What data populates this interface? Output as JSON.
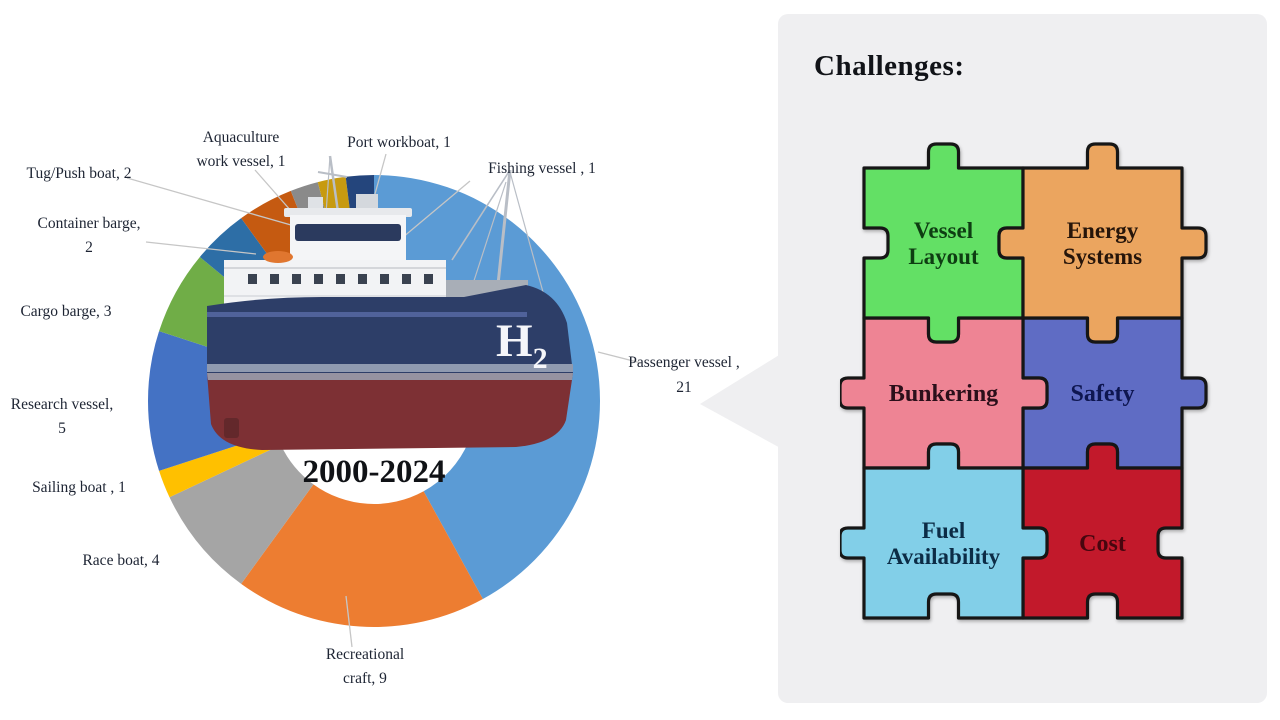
{
  "chart_data": {
    "type": "donut",
    "center_label": "2000-2024",
    "ship_mark": {
      "main": "H",
      "sub": "2"
    },
    "total": 50,
    "start_angle": 0,
    "direction": "clockwise",
    "legend": "none",
    "categories": [
      "Passenger vessel",
      "Recreational craft",
      "Race boat",
      "Sailing boat",
      "Research vessel",
      "Cargo barge",
      "Container barge",
      "Tug/Push boat",
      "Aquaculture work vessel",
      "Port workboat",
      "Fishing vessel"
    ],
    "values": [
      21,
      9,
      4,
      1,
      5,
      3,
      2,
      2,
      1,
      1,
      1
    ],
    "colors": [
      "#5B9BD5",
      "#ED7D31",
      "#A5A5A5",
      "#FFC000",
      "#4472C4",
      "#70AD47",
      "#2D6EA6",
      "#C55A11",
      "#8A8A8A",
      "#C79A10",
      "#24457C"
    ],
    "slice_labels": [
      [
        "Passenger vessel ,",
        "21"
      ],
      [
        "Recreational",
        "craft, 9"
      ],
      [
        "Race boat, 4"
      ],
      [
        "Sailing boat , 1"
      ],
      [
        "Research vessel,",
        "5"
      ],
      [
        "Cargo barge, 3"
      ],
      [
        "Container barge,",
        "2"
      ],
      [
        "Tug/Push boat, 2"
      ],
      [
        "Aquaculture",
        "work vessel, 1"
      ],
      [
        "Port workboat, 1"
      ],
      [
        "Fishing vessel , 1"
      ]
    ]
  },
  "panel": {
    "background": "#efeff1"
  },
  "challenges": {
    "title": "Challenges:",
    "pieces": [
      {
        "id": "vessel-layout",
        "label_lines": [
          "Vessel",
          "Layout"
        ],
        "color": "#63E065",
        "text_color": "#0E3D12"
      },
      {
        "id": "energy-systems",
        "label_lines": [
          "Energy",
          "Systems"
        ],
        "color": "#EBA55F",
        "text_color": "#26150A"
      },
      {
        "id": "bunkering",
        "label_lines": [
          "Bunkering"
        ],
        "color": "#EE8494",
        "text_color": "#2B0F1A"
      },
      {
        "id": "safety",
        "label_lines": [
          "Safety"
        ],
        "color": "#5F6CC4",
        "text_color": "#0E1650"
      },
      {
        "id": "fuel-availability",
        "label_lines": [
          "Fuel",
          "Availability"
        ],
        "color": "#82CFE8",
        "text_color": "#0C2C46"
      },
      {
        "id": "cost",
        "label_lines": [
          "Cost"
        ],
        "color": "#C2192B",
        "text_color": "#47060F"
      }
    ]
  }
}
